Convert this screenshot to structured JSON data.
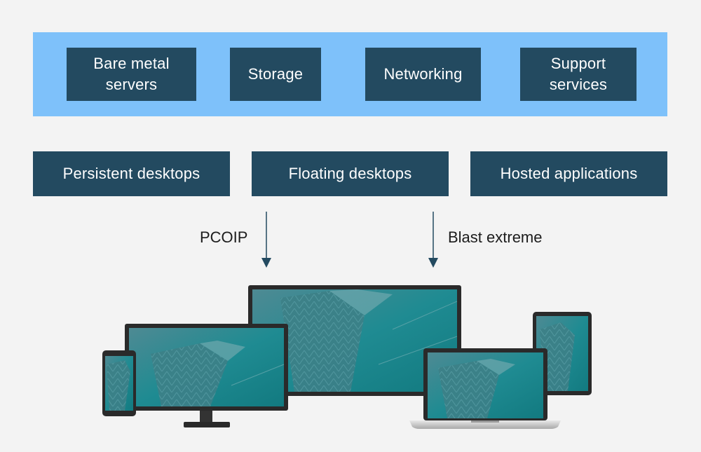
{
  "infrastructure": {
    "items": [
      {
        "label": "Bare metal\nservers"
      },
      {
        "label": "Storage"
      },
      {
        "label": "Networking"
      },
      {
        "label": "Support\nservices"
      }
    ]
  },
  "workloads": {
    "items": [
      {
        "label": "Persistent desktops"
      },
      {
        "label": "Floating desktops"
      },
      {
        "label": "Hosted applications"
      }
    ]
  },
  "protocols": {
    "left": "PCOIP",
    "right": "Blast extreme"
  },
  "colors": {
    "band": "#7ec1fa",
    "box": "#234a60",
    "arrow": "#234a60",
    "screen": "#1f8b92",
    "background": "#f3f3f3"
  },
  "icons": [
    "phone-icon",
    "monitor-icon",
    "large-display-icon",
    "laptop-icon",
    "tablet-icon"
  ]
}
